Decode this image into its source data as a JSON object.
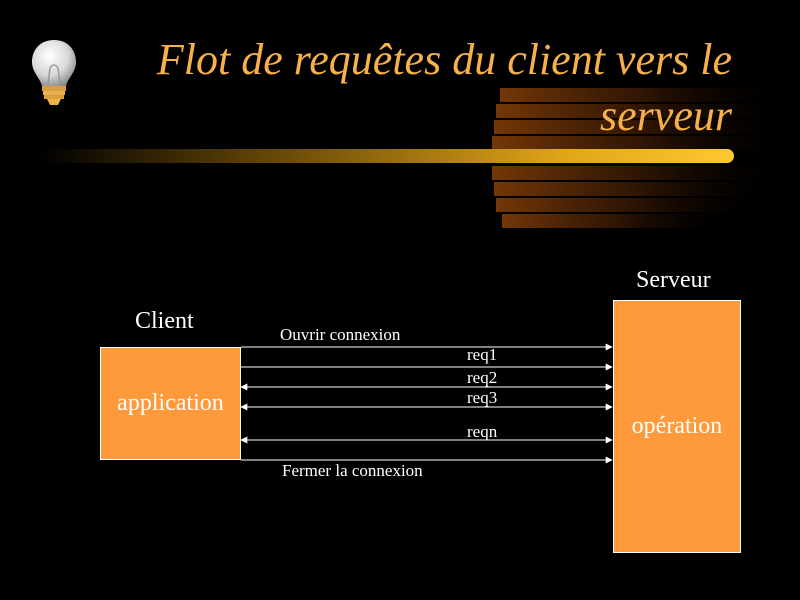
{
  "slide": {
    "title": "Flot de requêtes du client vers le serveur"
  },
  "icons": {
    "bulb": "lightbulb-icon"
  },
  "colors": {
    "title": "#f8b04a",
    "box_fill": "#ff9a3c",
    "bar_gradient_end": "#ffc830"
  },
  "diagram": {
    "client": {
      "label": "Client",
      "box_text": "application"
    },
    "server": {
      "label": "Serveur",
      "box_text": "opération"
    },
    "messages": [
      {
        "label": "Ouvrir connexion",
        "direction": "right"
      },
      {
        "label": "req1",
        "direction": "right"
      },
      {
        "label": "",
        "direction": "both"
      },
      {
        "label": "req2",
        "direction": "both"
      },
      {
        "label": "req3",
        "direction": "both"
      },
      {
        "label": "reqn",
        "direction": "both"
      },
      {
        "label": "Fermer la connexion",
        "direction": "right"
      }
    ]
  }
}
